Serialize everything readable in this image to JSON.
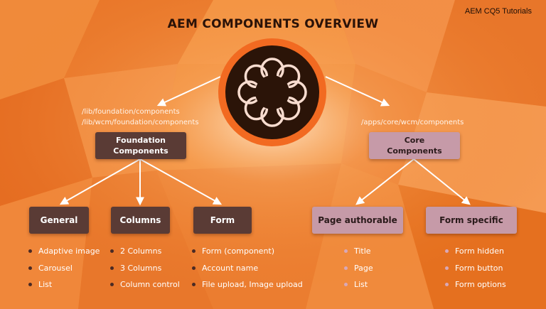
{
  "title": "AEM COMPONENTS OVERVIEW",
  "brand": "AEM CQ5 Tutorials",
  "colors": {
    "background": "#ee7f2a",
    "dark_box": "#5a3b35",
    "light_box": "#c69aa8",
    "logo_ring": "#f26a21",
    "logo_core": "#2b1408"
  },
  "icons": {
    "center_logo": "adobe-experience-manager-logo-icon"
  },
  "left": {
    "paths": [
      "/lib/foundation/components",
      "/lib/wcm/foundation/components"
    ],
    "root_line1": "Foundation",
    "root_line2": "Components",
    "categories": [
      {
        "label": "General",
        "items": [
          "Adaptive image",
          "Carousel",
          "List"
        ]
      },
      {
        "label": "Columns",
        "items": [
          "2 Columns",
          "3 Columns",
          "Column control"
        ]
      },
      {
        "label": "Form",
        "items": [
          "Form (component)",
          "Account name",
          "File upload, Image upload"
        ]
      }
    ]
  },
  "right": {
    "path": "/apps/core/wcm/components",
    "root_line1": "Core",
    "root_line2": "Components",
    "categories": [
      {
        "label": "Page authorable",
        "items": [
          "Title",
          "Page",
          "List"
        ]
      },
      {
        "label": "Form specific",
        "items": [
          "Form hidden",
          "Form button",
          "Form options"
        ]
      }
    ]
  }
}
